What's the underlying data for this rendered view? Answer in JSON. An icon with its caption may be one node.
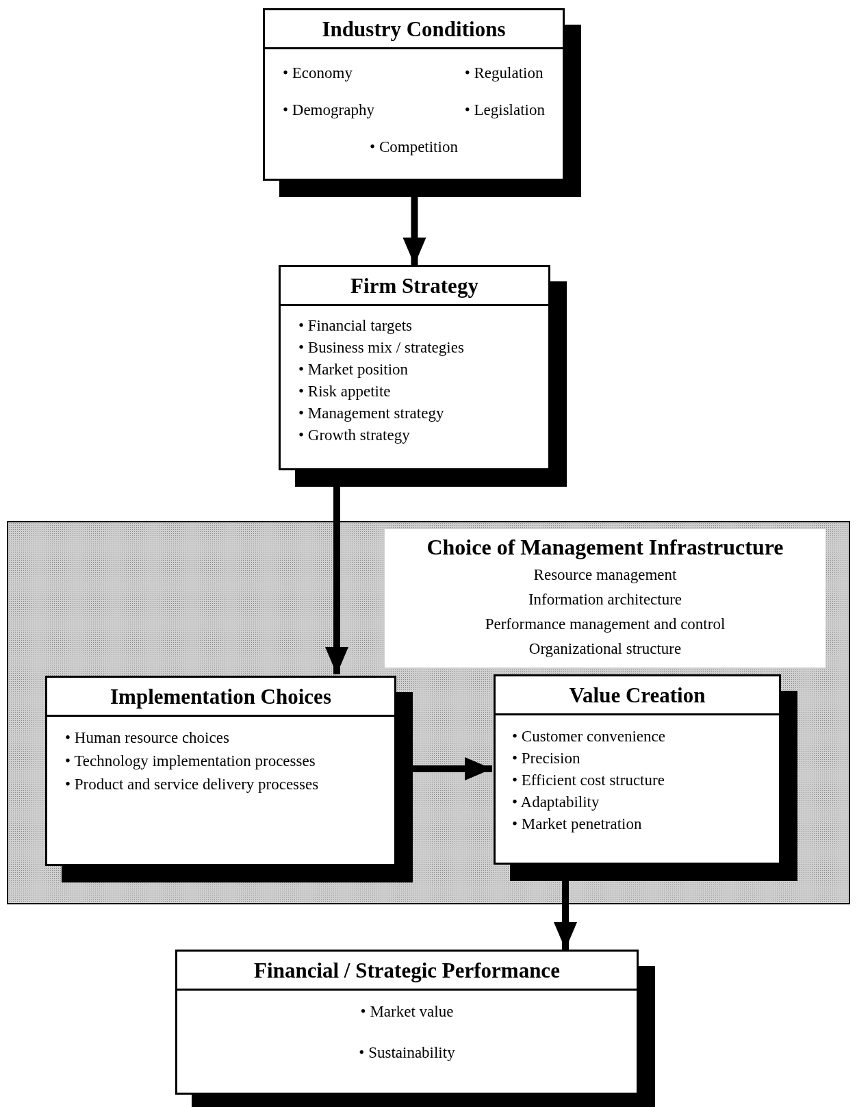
{
  "diagram": {
    "nodes": [
      {
        "text": [
          "Industry Conditions",
          "• Economy",
          "• Regulation",
          "• Demography",
          "• Legislation",
          "• Competition"
        ]
      },
      {
        "text": [
          "Firm Strategy",
          "• Financial targets",
          "• Business mix / strategies",
          "• Market position",
          "• Risk appetite",
          "• Management strategy",
          "• Growth strategy"
        ]
      },
      {
        "text": [
          "Choice of Management Infrastructure",
          "Resource management",
          "Information architecture",
          "Performance management and control",
          "Organizational structure"
        ]
      },
      {
        "text": [
          "Implementation Choices",
          "• Human resource choices",
          "• Technology implementation processes",
          "• Product and service delivery processes"
        ],
        "in": 2
      },
      {
        "text": [
          "Value Creation",
          "• Customer convenience",
          "• Precision",
          "• Efficient cost structure",
          "• Adaptability",
          "• Market penetration"
        ],
        "in": 2
      },
      {
        "text": [
          "Financial / Strategic Performance",
          "• Market value",
          "• Sustainability"
        ]
      }
    ],
    "edges": [
      {
        "from": 0,
        "to": 1,
        "arrow": "to"
      },
      {
        "from": 1,
        "to": 3,
        "arrow": "to"
      },
      {
        "from": 3,
        "to": 4,
        "arrow": "to"
      },
      {
        "from": 4,
        "to": 5,
        "arrow": "to"
      }
    ]
  }
}
